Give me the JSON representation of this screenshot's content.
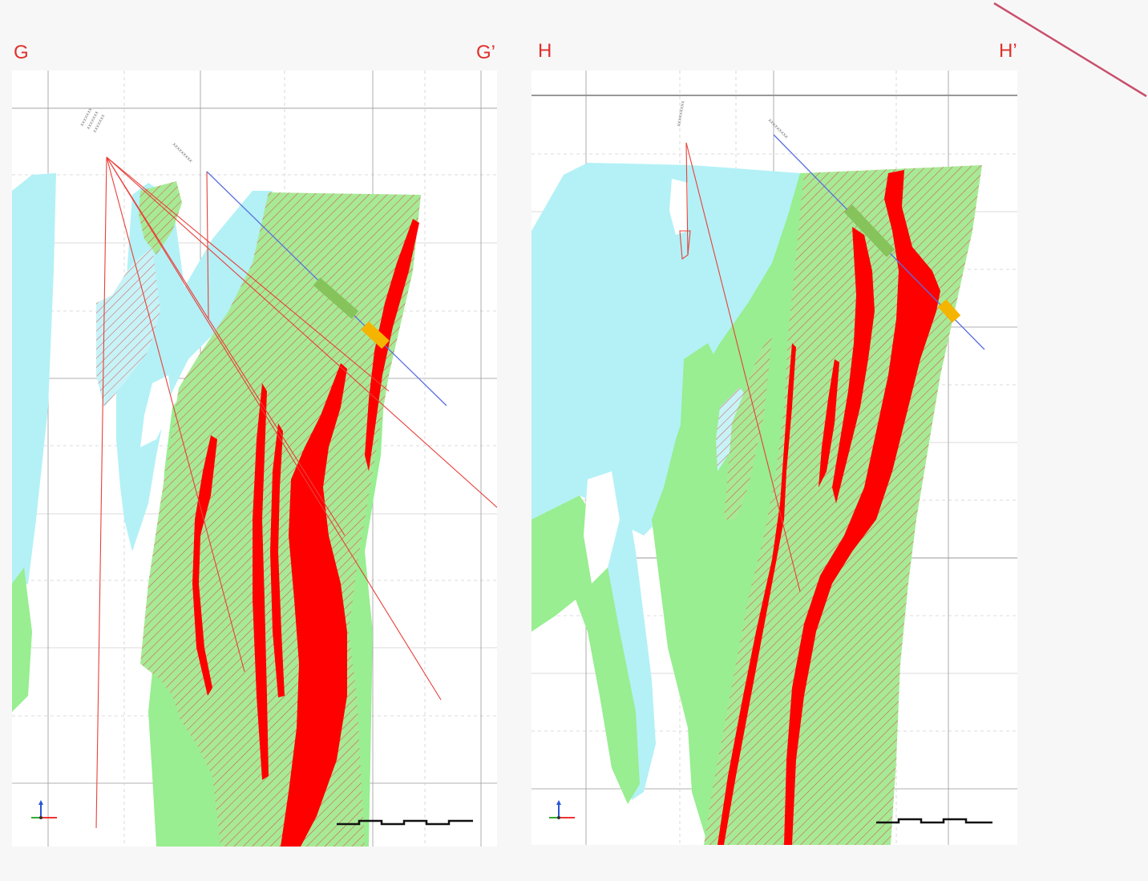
{
  "sections": {
    "left": {
      "start_label": "G",
      "end_label": "G’"
    },
    "right": {
      "start_label": "H",
      "end_label": "H’"
    }
  },
  "colors": {
    "ore_solid": "#ff0000",
    "hatched_zone": "#a7ea96",
    "hatch_line": "#d9534f",
    "green_unit": "#98ee90",
    "cyan_unit": "#b3f1f6",
    "drillhole_red": "#e8403a",
    "drillhole_blue": "#5a6ee0",
    "intercept_green": "#86c35a",
    "intercept_orange": "#f5b400",
    "label_red": "#e0302a",
    "corner_line": "#c9506b"
  },
  "icons": {
    "axis_triad": "xyz-axis-triad-icon",
    "scale_bar": "scale-bar-icon"
  }
}
